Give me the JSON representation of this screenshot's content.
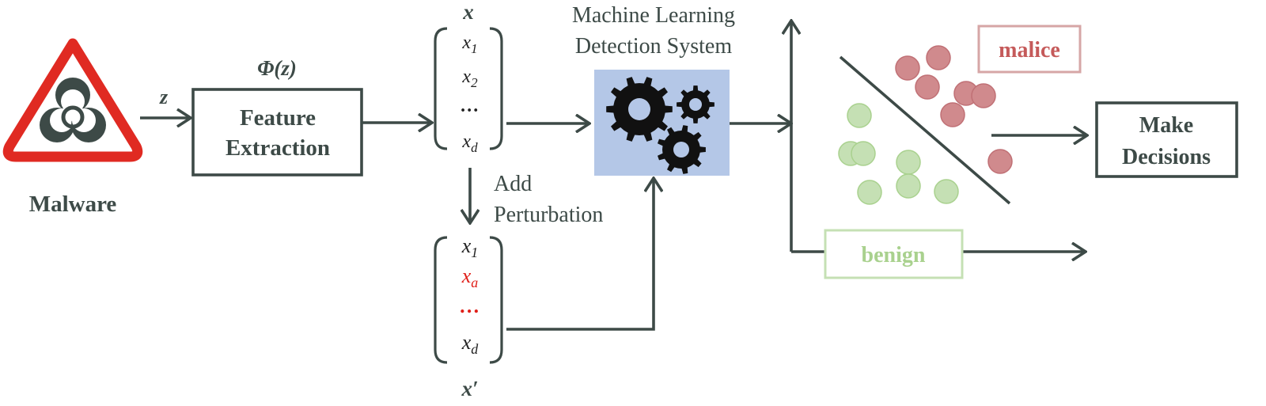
{
  "malware": {
    "label": "Malware",
    "icon": "biohazard-warning-icon"
  },
  "input_var": "z",
  "phi": "Φ(z)",
  "feature_box": {
    "line1": "Feature",
    "line2": "Extraction"
  },
  "vector_x": {
    "name": "x",
    "items": [
      {
        "base": "x",
        "sub": "1"
      },
      {
        "base": "x",
        "sub": "2"
      },
      {
        "text": "…"
      },
      {
        "base": "x",
        "sub": "d"
      }
    ]
  },
  "perturb": {
    "line1": "Add",
    "line2": "Perturbation"
  },
  "vector_xp": {
    "name": "x′",
    "items": [
      {
        "base": "x",
        "sub": "1"
      },
      {
        "base": "x",
        "sub": "a",
        "highlight": true
      },
      {
        "text": "…",
        "highlight": true
      },
      {
        "base": "x",
        "sub": "d"
      }
    ]
  },
  "mlds": {
    "line1": "Machine Learning",
    "line2": "Detection System",
    "icon": "gears-icon"
  },
  "classes": {
    "malice": "malice",
    "benign": "benign"
  },
  "decision_box": {
    "line1": "Make",
    "line2": "Decisions"
  },
  "colors": {
    "stroke": "#3d4a47",
    "malware_red": "#e02a22",
    "highlight_red": "#e0201a",
    "gear_bg": "#b4c7e7",
    "malice": "#c55a5a",
    "malice_dot": "#d08a8d",
    "benign": "#a9d18e",
    "benign_dot": "#c5e0b4"
  }
}
